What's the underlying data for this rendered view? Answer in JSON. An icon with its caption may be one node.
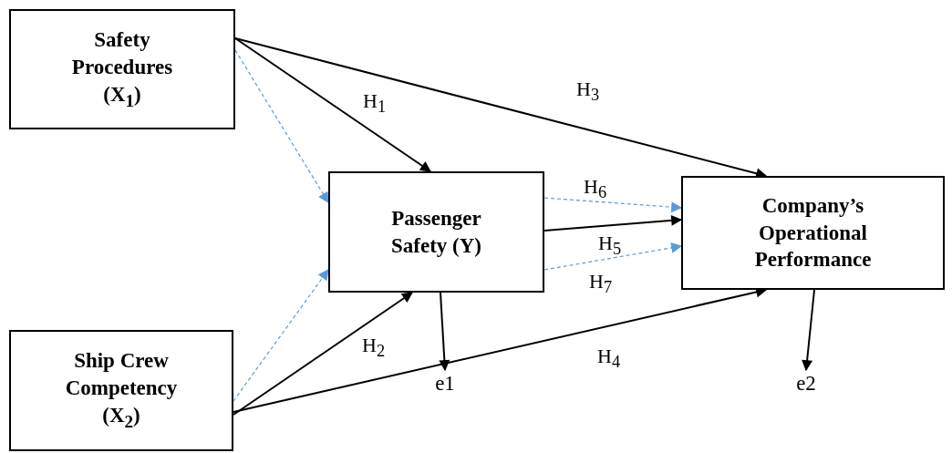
{
  "diagram": {
    "nodes": [
      {
        "text": [
          "Safety Procedures (X$_{1}$)"
        ]
      },
      {
        "text": [
          "Passenger Safety (Y)"
        ]
      },
      {
        "text": [
          "Company’s Operational Performance"
        ]
      },
      {
        "text": [
          "Ship Crew Competency (X$_{2}$)"
        ]
      },
      {
        "text": [
          "e1"
        ]
      },
      {
        "text": [
          "e2"
        ]
      }
    ],
    "edges": [
      {
        "from": 0,
        "to": 1,
        "arrow": "to",
        "label": "H$_{1}$"
      },
      {
        "from": 0,
        "to": 1,
        "arrow": "to",
        "style": "dashed",
        "color": "#5b9bd5"
      },
      {
        "from": 0,
        "to": 2,
        "arrow": "to",
        "label": "H$_{3}$"
      },
      {
        "from": 3,
        "to": 1,
        "arrow": "to",
        "label": "H$_{2}$"
      },
      {
        "from": 3,
        "to": 1,
        "arrow": "to",
        "style": "dashed",
        "color": "#5b9bd5"
      },
      {
        "from": 3,
        "to": 2,
        "arrow": "to",
        "label": "H$_{4}$"
      },
      {
        "from": 1,
        "to": 2,
        "arrow": "to",
        "label": "H$_{6}$",
        "style": "dashed",
        "color": "#5b9bd5"
      },
      {
        "from": 1,
        "to": 2,
        "arrow": "to",
        "label": "H$_{5}$"
      },
      {
        "from": 1,
        "to": 2,
        "arrow": "to",
        "label": "H$_{7}$",
        "style": "dashed",
        "color": "#5b9bd5"
      },
      {
        "from": 1,
        "to": 4,
        "arrow": "to"
      },
      {
        "from": 2,
        "to": 5,
        "arrow": "to"
      }
    ]
  }
}
